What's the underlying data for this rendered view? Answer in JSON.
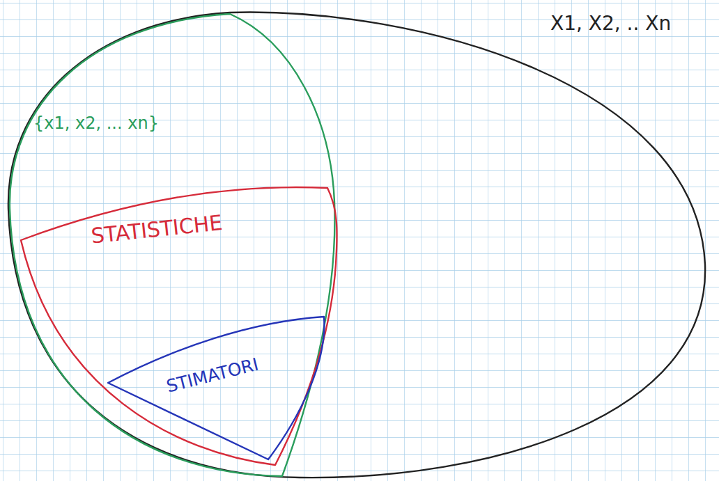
{
  "diagram": {
    "nodes": [
      {
        "text": [
          "X1, X2, .. Xn"
        ]
      },
      {
        "text": [
          "{x1, x2, ... xn}"
        ],
        "in": 0
      },
      {
        "text": [
          "STATISTICHE"
        ],
        "in": 1
      },
      {
        "text": [
          "STIMATORI"
        ],
        "in": 2
      }
    ]
  }
}
